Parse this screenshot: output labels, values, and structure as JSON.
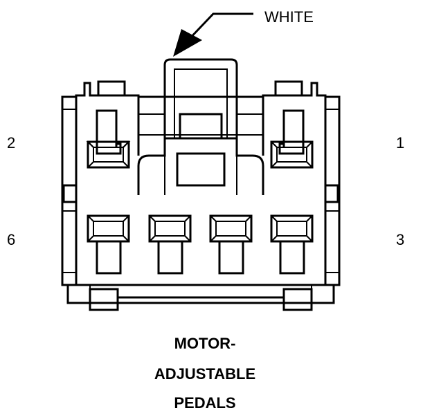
{
  "diagram": {
    "callout_label": "WHITE",
    "pin_labels": {
      "top_left": "2",
      "top_right": "1",
      "bottom_left": "6",
      "bottom_right": "3"
    },
    "title_lines": [
      "MOTOR-",
      "ADJUSTABLE",
      "PEDALS"
    ]
  }
}
